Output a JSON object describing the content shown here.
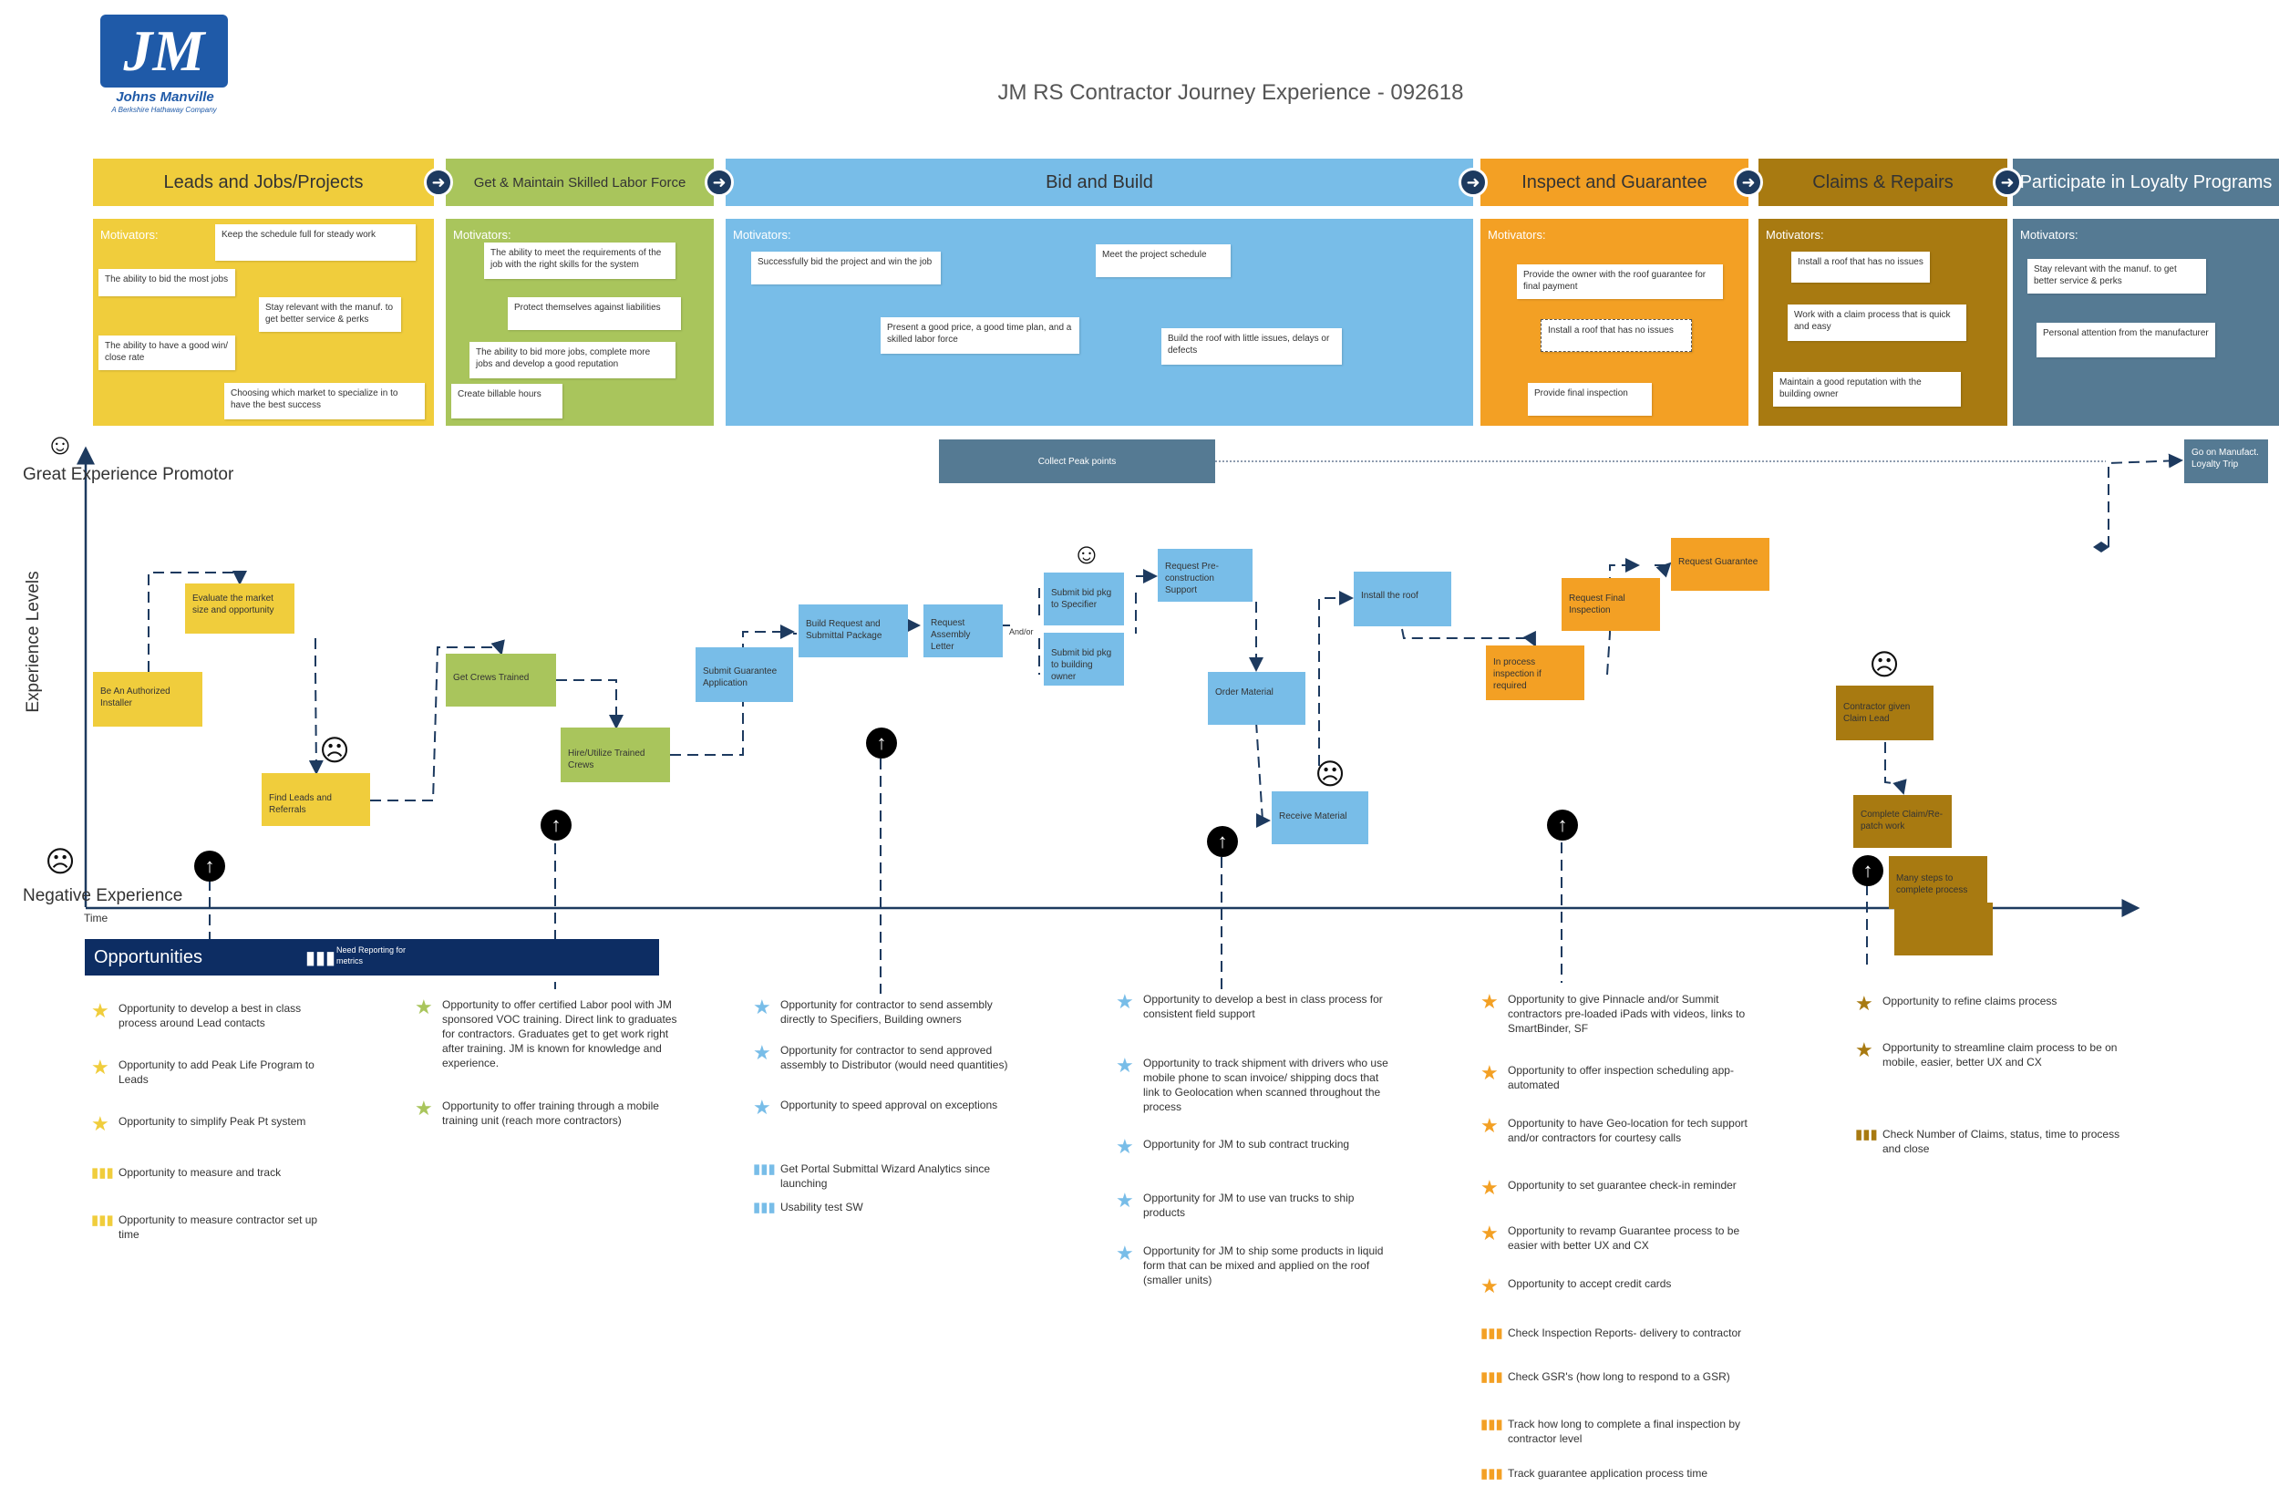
{
  "logo": {
    "mark": "JM",
    "name": "Johns Manville",
    "tagline": "A Berkshire Hathaway Company"
  },
  "title": "JM RS Contractor Journey Experience - 092618",
  "phases": [
    {
      "label": "Leads and Jobs/Projects",
      "color": "#f0cd3c"
    },
    {
      "label": "Get & Maintain Skilled Labor Force",
      "color": "#a9c55c"
    },
    {
      "label": "Bid and Build",
      "color": "#78bde8"
    },
    {
      "label": "Inspect and Guarantee",
      "color": "#f3a024"
    },
    {
      "label": "Claims & Repairs",
      "color": "#a87a11"
    },
    {
      "label": "Participate in Loyalty Programs",
      "color": "#557a93"
    }
  ],
  "motivators_label": "Motivators:",
  "motivators": [
    [
      "Keep the schedule full for steady work",
      "The ability to bid the most jobs",
      "Stay relevant with the manuf. to get better service & perks",
      "The ability to have a good win/ close rate",
      "Choosing which market to specialize in to have the best success"
    ],
    [
      "The ability to meet the requirements of the job with the right skills for the system",
      "Protect themselves against liabilities",
      "The ability to bid more jobs, complete more jobs and develop a good reputation",
      "Create billable hours"
    ],
    [
      "Successfully bid the project and win the job",
      "Meet the project schedule",
      "Present a good price, a good time plan, and a skilled labor force",
      "Build the roof with little issues, delays or defects"
    ],
    [
      "Provide the owner with the roof guarantee for final payment",
      "Install a roof that has no issues",
      "Provide final inspection"
    ],
    [
      "Install a roof that has no issues",
      "Work with a claim process that is quick and easy",
      "Maintain a good reputation with the building owner"
    ],
    [
      "Stay relevant with the manuf. to get better service & perks",
      "Personal attention from the manufacturer"
    ]
  ],
  "axis": {
    "great": "Great Experience Promotor",
    "negative": "Negative Experience",
    "levels": "Experience Levels",
    "time": "Time"
  },
  "steps": {
    "authorized": "Be An Authorized Installer",
    "evaluate": "Evaluate the market size and opportunity",
    "find_leads": "Find Leads and Referrals",
    "crews_trained": "Get Crews Trained",
    "hire": "Hire/Utilize Trained Crews",
    "submit_guarantee": "Submit Guarantee Application",
    "build_request": "Build Request and Submittal Package",
    "request_letter": "Request Assembly Letter",
    "and_or": "And/or",
    "bid_specifier": "Submit bid pkg to Specifier",
    "bid_owner": "Submit bid pkg to building owner",
    "preconstruction": "Request Pre-construction Support",
    "order": "Order Material",
    "receive": "Receive Material",
    "install": "Install the roof",
    "in_process": "In process inspection if required",
    "final_inspection": "Request Final Inspection",
    "req_guarantee": "Request Guarantee",
    "collect_peak": "Collect Peak points",
    "loyalty_trip": "Go on Manufact. Loyalty Trip",
    "claim_lead": "Contractor given Claim Lead",
    "complete_claim": "Complete Claim/Re-patch work",
    "many_steps": "Many steps to complete process"
  },
  "opportunities": {
    "header": "Opportunities",
    "metrics_note": "Need Reporting for metrics",
    "col1": [
      {
        "kind": "star",
        "text": "Opportunity to develop a best in class process around Lead contacts"
      },
      {
        "kind": "star",
        "text": "Opportunity to add Peak Life Program to Leads"
      },
      {
        "kind": "star",
        "text": "Opportunity to simplify Peak Pt system"
      },
      {
        "kind": "metric",
        "text": "Opportunity to measure and track"
      },
      {
        "kind": "metric",
        "text": "Opportunity to measure contractor set up time"
      }
    ],
    "col2": [
      {
        "kind": "star",
        "text": "Opportunity to offer certified Labor pool with JM sponsored VOC training. Direct link to graduates for contractors. Graduates get to get work right after training. JM is known for knowledge and experience."
      },
      {
        "kind": "star",
        "text": "Opportunity to offer training through a mobile training unit (reach more contractors)"
      }
    ],
    "col3": [
      {
        "kind": "star",
        "text": "Opportunity for contractor to send assembly directly to Specifiers, Building owners"
      },
      {
        "kind": "star",
        "text": "Opportunity for contractor to send approved assembly to Distributor (would need quantities)"
      },
      {
        "kind": "star",
        "text": "Opportunity to speed approval on exceptions"
      },
      {
        "kind": "metric",
        "text": "Get Portal Submittal Wizard Analytics since launching"
      },
      {
        "kind": "metric",
        "text": "Usability test SW"
      }
    ],
    "col4": [
      {
        "kind": "star",
        "text": "Opportunity to develop a best in class process for consistent field support"
      },
      {
        "kind": "star",
        "text": "Opportunity to track shipment with drivers who use mobile phone to scan invoice/ shipping docs that link to Geolocation when scanned throughout the process"
      },
      {
        "kind": "star",
        "text": "Opportunity for JM to sub contract trucking"
      },
      {
        "kind": "star",
        "text": "Opportunity for JM to use van trucks to ship products"
      },
      {
        "kind": "star",
        "text": "Opportunity for JM to ship some products in liquid form that can be mixed and applied on the roof (smaller units)"
      }
    ],
    "col5": [
      {
        "kind": "star",
        "text": "Opportunity to give Pinnacle and/or Summit contractors pre-loaded iPads with videos, links to SmartBinder, SF"
      },
      {
        "kind": "star",
        "text": "Opportunity to offer inspection scheduling app-automated"
      },
      {
        "kind": "star",
        "text": "Opportunity to have Geo-location for tech support and/or contractors for courtesy calls"
      },
      {
        "kind": "star",
        "text": "Opportunity to set guarantee check-in reminder"
      },
      {
        "kind": "star",
        "text": "Opportunity to revamp Guarantee process to be easier with better UX and CX"
      },
      {
        "kind": "star",
        "text": "Opportunity to accept credit cards"
      },
      {
        "kind": "metric",
        "text": "Check Inspection Reports- delivery to contractor"
      },
      {
        "kind": "metric",
        "text": "Check GSR's (how long to respond to a GSR)"
      },
      {
        "kind": "metric",
        "text": "Track how long to complete a final inspection by contractor level"
      },
      {
        "kind": "metric",
        "text": "Track guarantee application process time"
      }
    ],
    "col6": [
      {
        "kind": "star",
        "text": "Opportunity to refine claims process"
      },
      {
        "kind": "star",
        "text": "Opportunity to streamline claim process to be on mobile, easier, better UX and CX"
      },
      {
        "kind": "metric",
        "text": "Check Number of Claims, status, time to process and close"
      }
    ]
  },
  "icons": {
    "next": "arrow-right-circle-icon",
    "happy": "smiley-face-icon",
    "sad": "frowning-face-icon",
    "up": "up-arrow-icon",
    "star": "star-icon",
    "metric": "bar-chart-icon"
  }
}
